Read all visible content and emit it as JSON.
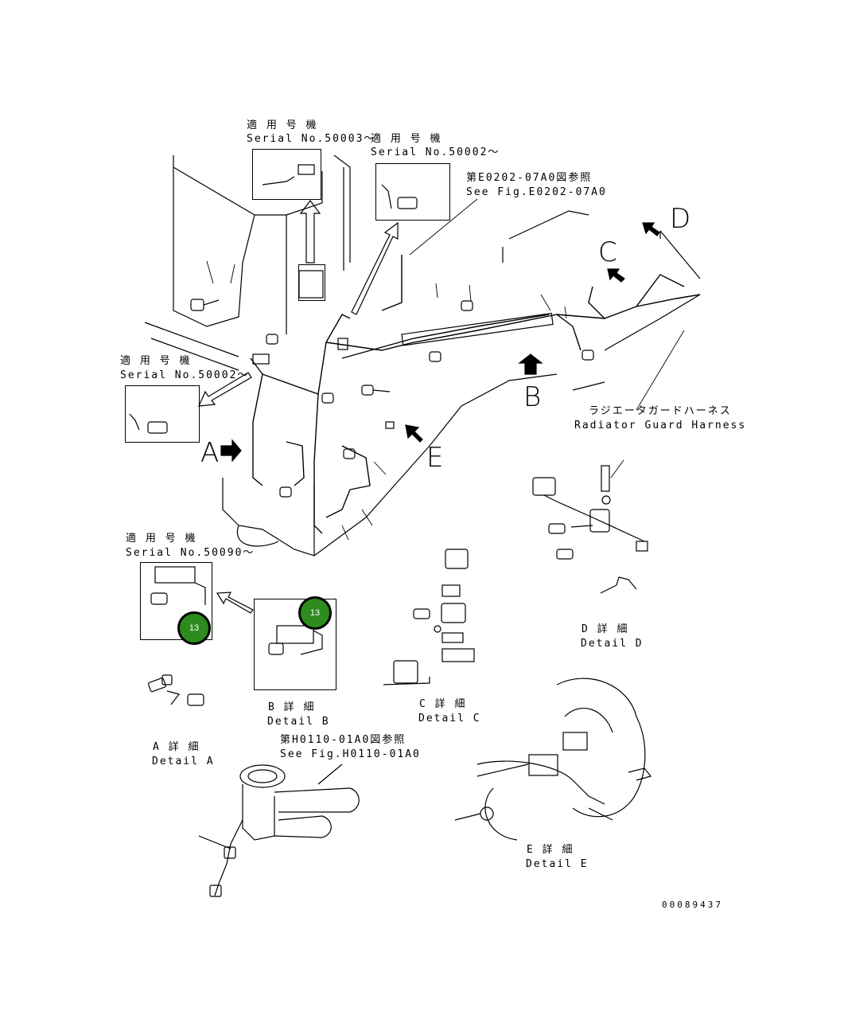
{
  "labels": {
    "serial_top_jp": "適 用 号 機",
    "serial_top_en": "Serial No.50003～",
    "serial_top2_jp": "適 用 号 機",
    "serial_top2_en": "Serial No.50002～",
    "see_fig_top_jp": "第E0202-07A0図参照",
    "see_fig_top_en": "See Fig.E0202-07A0",
    "serial_left_jp": "適 用 号 機",
    "serial_left_en": "Serial No.50002～",
    "serial_bottom_jp": "適 用 号 機",
    "serial_bottom_en": "Serial No.50090～",
    "radiator_jp": "ラジエータガードハーネス",
    "radiator_en": "Radiator Guard Harness",
    "detail_a_jp": "A 詳 細",
    "detail_a_en": "Detail A",
    "detail_b_jp": "B 詳 細",
    "detail_b_en": "Detail B",
    "detail_c_jp": "C 詳 細",
    "detail_c_en": "Detail C",
    "detail_d_jp": "D 詳 細",
    "detail_d_en": "Detail D",
    "detail_e_jp": "E 詳 細",
    "detail_e_en": "Detail E",
    "see_fig_bottom_jp": "第H0110-01A0図参照",
    "see_fig_bottom_en": "See Fig.H0110-01A0",
    "drawing_number": "00089437"
  },
  "view_letters": {
    "a": "A",
    "b": "B",
    "c": "C",
    "d": "D",
    "e": "E"
  },
  "callouts": {
    "left": "13",
    "right": "13"
  },
  "colors": {
    "callout_fill": "#2e8b1e",
    "line": "#000000"
  }
}
